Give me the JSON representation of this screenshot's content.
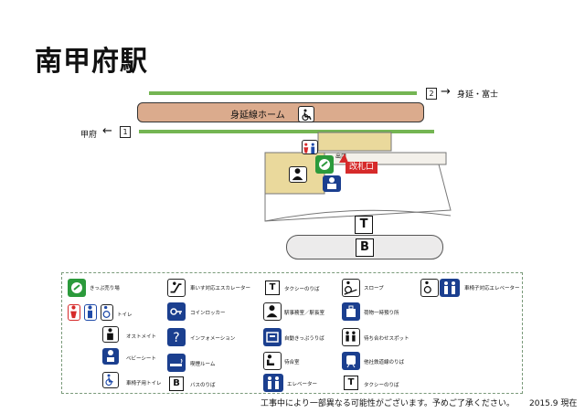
{
  "title": "南甲府駅",
  "tracks": {
    "upper_number": "2",
    "upper_destination": "身延・富士",
    "lower_number": "1",
    "lower_destination": "甲府"
  },
  "platform_label": "身延線ホーム",
  "gate_label": "改札口",
  "exit_label": "出口",
  "map_taxi_symbol": "T",
  "map_bus_symbol": "B",
  "legend": {
    "ticket": "きっぷ売り場",
    "toilet": "トイレ",
    "ostomate": "オストメイト",
    "baby": "ベビーシート",
    "wheelchair_toilet": "車椅子用トイレ",
    "escalator": "車いす対応エスカレーター",
    "locker": "コインロッカー",
    "info": "インフォメーション",
    "smoking": "喫煙ルーム",
    "bus": "バスのりば",
    "bus_symbol": "B",
    "taxi": "タクシーのりば",
    "taxi_symbol": "T",
    "office": "駅事務室／駅長室",
    "ticket_gate": "自動きっぷうりば",
    "waiting": "待合室",
    "elevator": "エレベーター",
    "taxi2": "タクシーのりば",
    "taxi2_symbol": "T",
    "slope": "スロープ",
    "luggage": "荷物一時預り所",
    "meeting": "待ち合わせスポット",
    "other_rail": "他社鉄道線のりば",
    "wheelchair_elevator": "車椅子対応エレベーター"
  },
  "footer": {
    "notice": "工事中により一部異なる可能性がございます。予めご了承ください。",
    "date": "2015.9 現在"
  }
}
